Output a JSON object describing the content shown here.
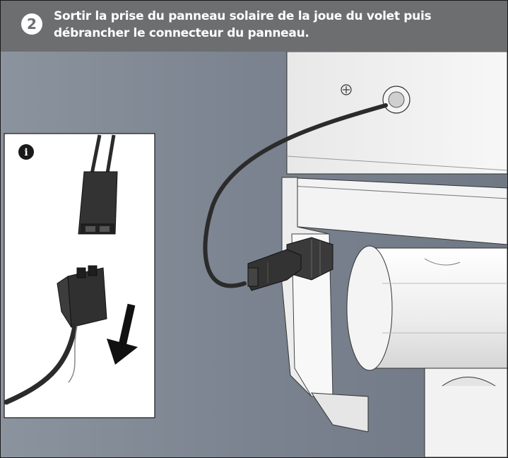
{
  "header": {
    "step_number": "2",
    "instruction": "Sortir la prise du panneau solaire de la joue du volet puis débrancher le connecteur du panneau."
  },
  "inset": {
    "info_icon_label": "i"
  },
  "colors": {
    "header_bg": "#6d6e70",
    "header_text": "#ffffff",
    "wall": "#7c8591",
    "housing": "#f1f1f1",
    "cable": "#2b2b2b"
  }
}
